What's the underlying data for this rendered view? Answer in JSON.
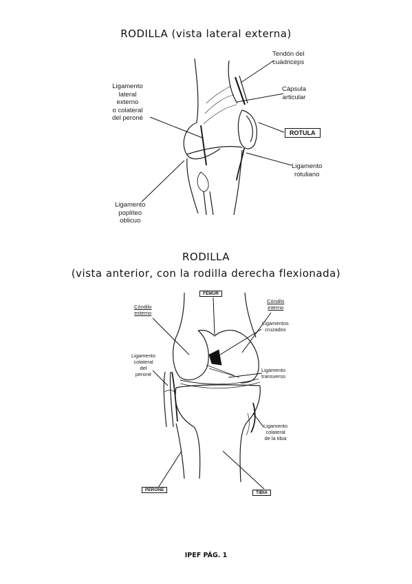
{
  "figure1": {
    "title": "RODILLA (vista lateral externa)",
    "labels": {
      "quad_tendon": "Tendón del\ncuádriceps",
      "capsule": "Cápsula\narticular",
      "patella": "ROTULA",
      "lateral_ligament": "Ligamento\nlateral\nexterno\no colateral\ndel peroné",
      "patellar_ligament": "Ligamento\nrotuliano",
      "popliteal_ligament": "Ligamento\npoplíteo\noblicuo"
    }
  },
  "figure2": {
    "title_line1": "RODILLA",
    "title_line2": "(vista anterior, con la rodilla derecha flexionada)",
    "labels": {
      "femur": "FEMUR",
      "external_condyle": "Cóndilo\nexterno",
      "internal_condyle": "Cóndilo\ninterno",
      "cruciate": "Ligamentos\ncruzados",
      "fibular_collateral": "Ligamento\ncolateral\ndel\nperoné",
      "transverse": "Ligamento\ntransverso",
      "tibial_collateral": "Ligamento\ncolateral\nde la tibia",
      "fibula": "PERONE",
      "tibia": "TIBIA"
    }
  },
  "footer": "IPEF PÁG. 1"
}
